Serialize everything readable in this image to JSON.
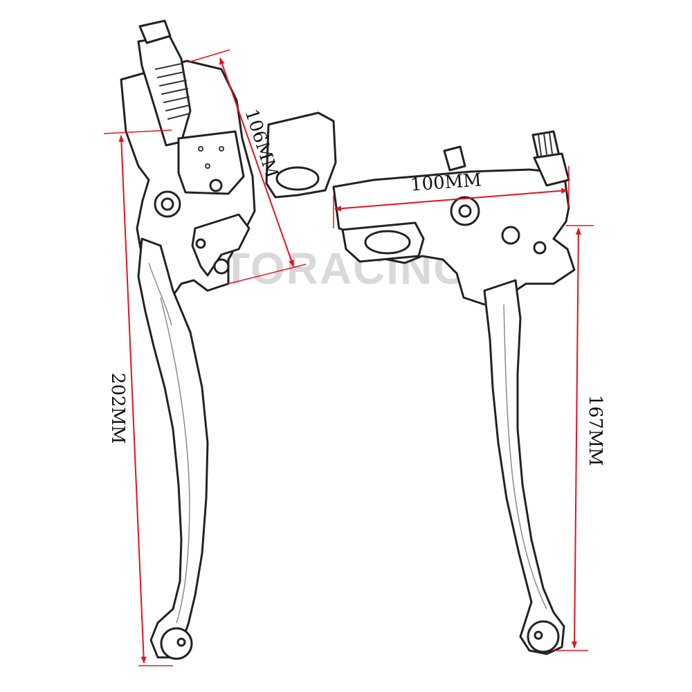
{
  "watermark": "TORACING",
  "dimensions": {
    "left_total": "202MM",
    "left_bracket": "106MM",
    "right_width": "100MM",
    "right_lever": "167MM"
  },
  "colors": {
    "dimension_line": "#e8101e",
    "outline": "#222222",
    "watermark": "#d9d9d9"
  }
}
